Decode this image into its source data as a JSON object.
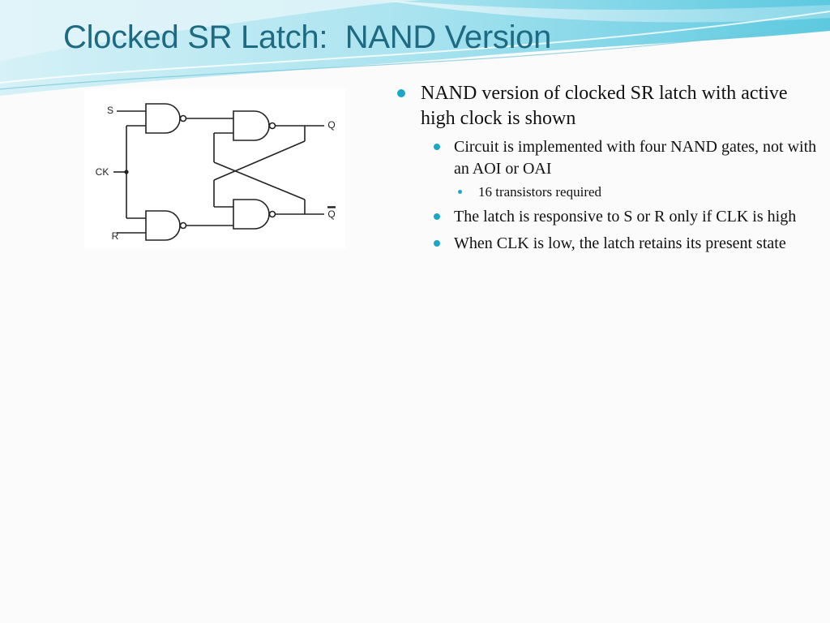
{
  "slide": {
    "title": "Clocked SR Latch:  NAND Version",
    "accent_color": "#1d6a83",
    "bullet_color": "#1ba7c7"
  },
  "diagram": {
    "labels": {
      "s": "S",
      "ck": "CK",
      "r": "R",
      "q": "Q",
      "q_bar": "Q"
    }
  },
  "bullets": [
    {
      "text": "NAND version of clocked SR latch with active high clock is shown"
    },
    {
      "text": "Circuit is implemented with four NAND gates, not with an AOI or OAI"
    },
    {
      "text": "16 transistors required"
    },
    {
      "text": "The latch is responsive to S or R only if CLK is high"
    },
    {
      "text": "When CLK is low, the latch retains its present state"
    }
  ]
}
